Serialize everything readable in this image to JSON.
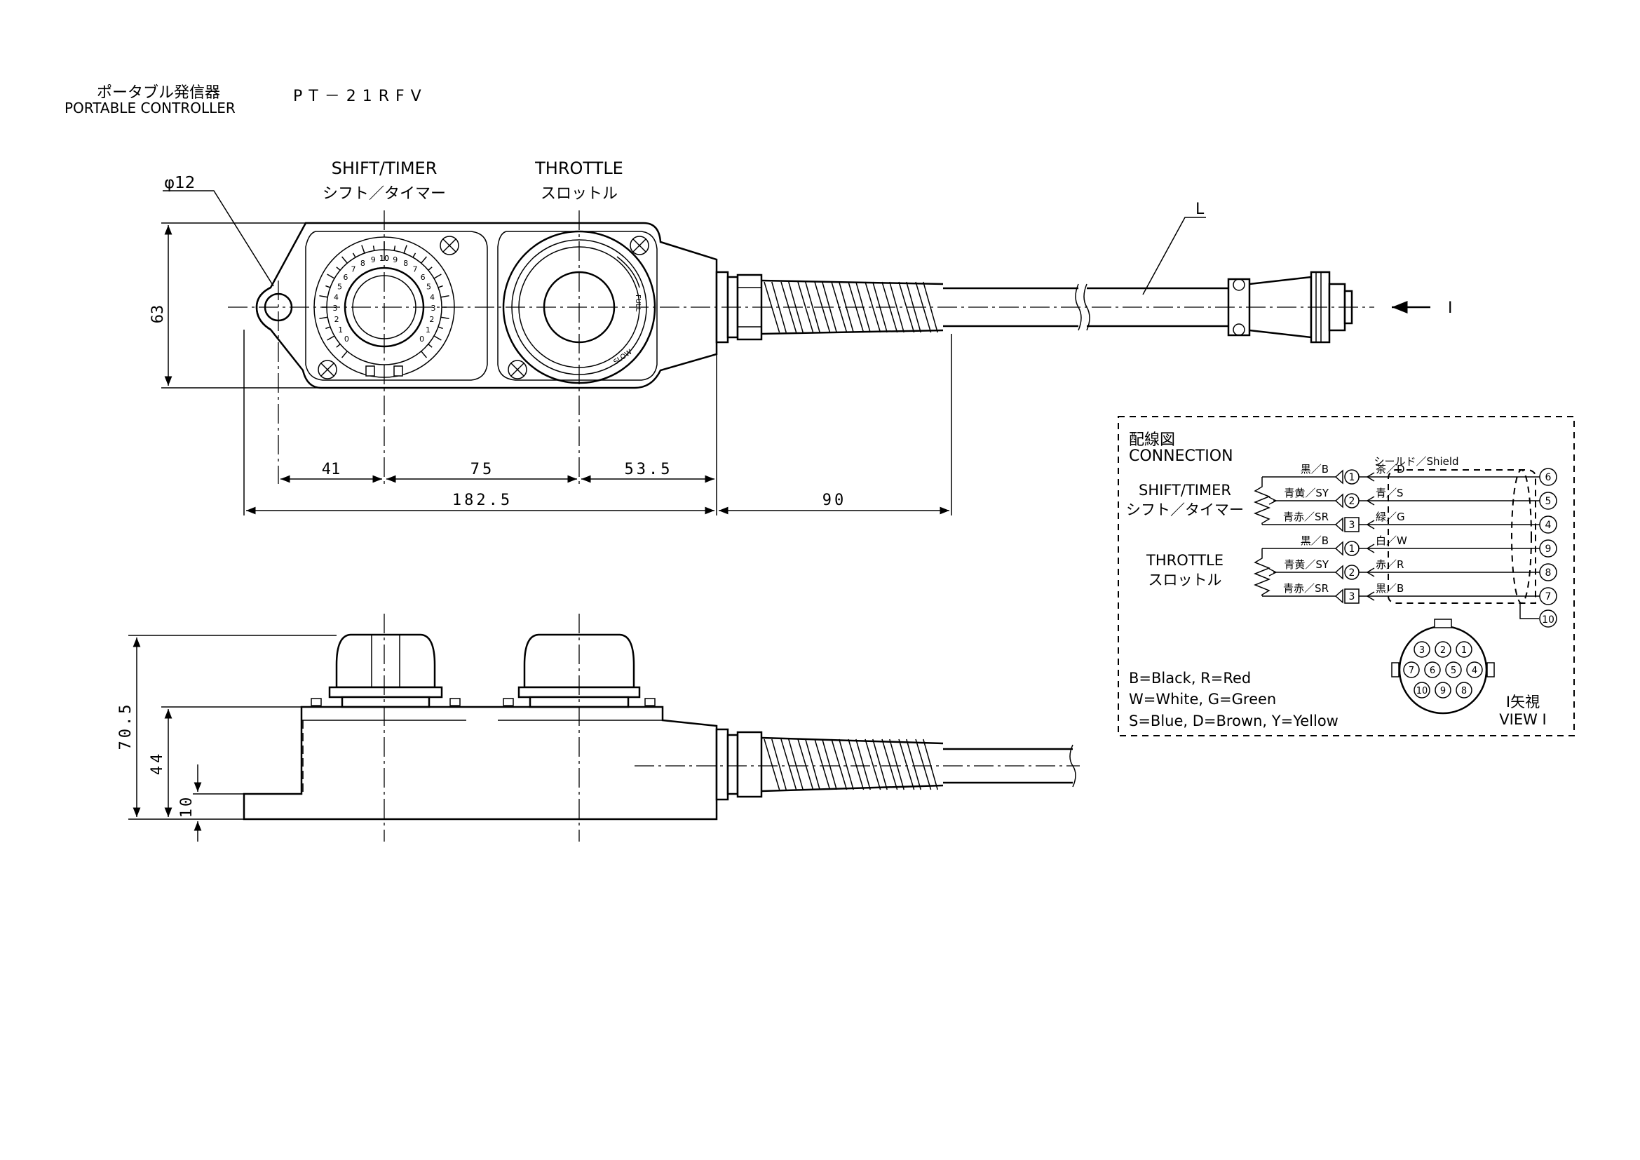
{
  "title": {
    "jp": "ポータブル発信器",
    "en": "PORTABLE CONTROLLER",
    "model": "PT－21RFV"
  },
  "top_view": {
    "hole_label": "φ12",
    "knob1": {
      "en": "SHIFT/TIMER",
      "jp": "シフト／タイマー"
    },
    "knob2": {
      "en": "THROTTLE",
      "jp": "スロットル"
    },
    "dial_marks": [
      "0",
      "1",
      "2",
      "3",
      "4",
      "5",
      "6",
      "7",
      "8",
      "9",
      "10"
    ],
    "full_label": "FULL",
    "slow_label": "SLOW",
    "cable_label": "L",
    "view_arrow_label": "I",
    "dims": {
      "height": "63",
      "d1": "41",
      "d2": "75",
      "d3": "53.5",
      "total": "182.5",
      "tail": "90"
    }
  },
  "side_view": {
    "dims": {
      "total_height": "70.5",
      "body_height": "44",
      "flange": "10"
    }
  },
  "connection": {
    "title_jp": "配線図",
    "title_en": "CONNECTION",
    "shield_label": "シールド／Shield",
    "group1": {
      "en": "SHIFT/TIMER",
      "jp": "シフト／タイマー"
    },
    "group2": {
      "en": "THROTTLE",
      "jp": "スロットル"
    },
    "rows": [
      {
        "left": "黒／B",
        "term": "1",
        "right": "茶／D",
        "pin": "6"
      },
      {
        "left": "青黄／SY",
        "term": "2",
        "right": "青／S",
        "pin": "5"
      },
      {
        "left": "青赤／SR",
        "term": "3",
        "right": "緑／G",
        "pin": "4"
      },
      {
        "left": "黒／B",
        "term": "1",
        "right": "白／W",
        "pin": "9"
      },
      {
        "left": "青黄／SY",
        "term": "2",
        "right": "赤／R",
        "pin": "8"
      },
      {
        "left": "青赤／SR",
        "term": "3",
        "right": "黒／B",
        "pin": "7"
      }
    ],
    "shield_pin": "10",
    "legend": [
      "B=Black, R=Red",
      "W=White, G=Green",
      "S=Blue, D=Brown, Y=Yellow"
    ],
    "connector_pins": [
      "3",
      "2",
      "1",
      "7",
      "6",
      "5",
      "4",
      "10",
      "9",
      "8"
    ],
    "view_jp": "Ⅰ矢視",
    "view_en": "VIEW Ⅰ"
  }
}
